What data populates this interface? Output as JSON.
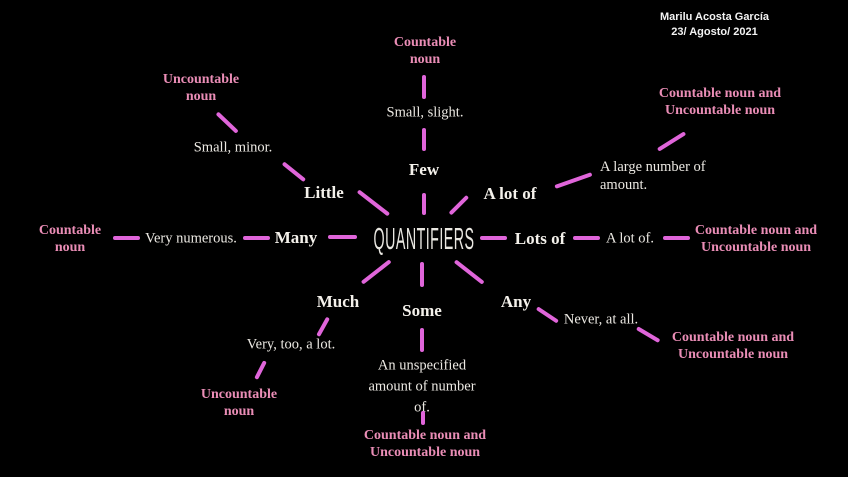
{
  "meta": {
    "author": "Marilu Acosta García",
    "date": "23/ Agosto/ 2021"
  },
  "center": {
    "title": "QUANTIFIERS"
  },
  "colors": {
    "background": "#000000",
    "connector": "#e065da",
    "noun_text": "#ea8db6",
    "body_text": "#ece9e3"
  },
  "branches": {
    "few": {
      "label": "Few",
      "description": "Small, slight.",
      "noun_type": "Countable noun"
    },
    "little": {
      "label": "Little",
      "description": "Small, minor.",
      "noun_type": "Uncountable noun"
    },
    "many": {
      "label": "Many",
      "description": "Very numerous.",
      "noun_type": "Countable noun"
    },
    "much": {
      "label": "Much",
      "description": "Very, too, a lot.",
      "noun_type": "Uncountable noun"
    },
    "some": {
      "label": "Some",
      "description": "An unspecified amount of number of.",
      "noun_type": "Countable noun and Uncountable noun"
    },
    "any": {
      "label": "Any",
      "description": "Never, at all.",
      "noun_type": "Countable noun and Uncountable noun"
    },
    "lots_of": {
      "label": "Lots of",
      "description": "A lot of.",
      "noun_type": "Countable noun and Uncountable noun"
    },
    "a_lot_of": {
      "label": "A lot of",
      "description": "A large number of amount.",
      "noun_type": "Countable noun and Uncountable noun"
    }
  }
}
